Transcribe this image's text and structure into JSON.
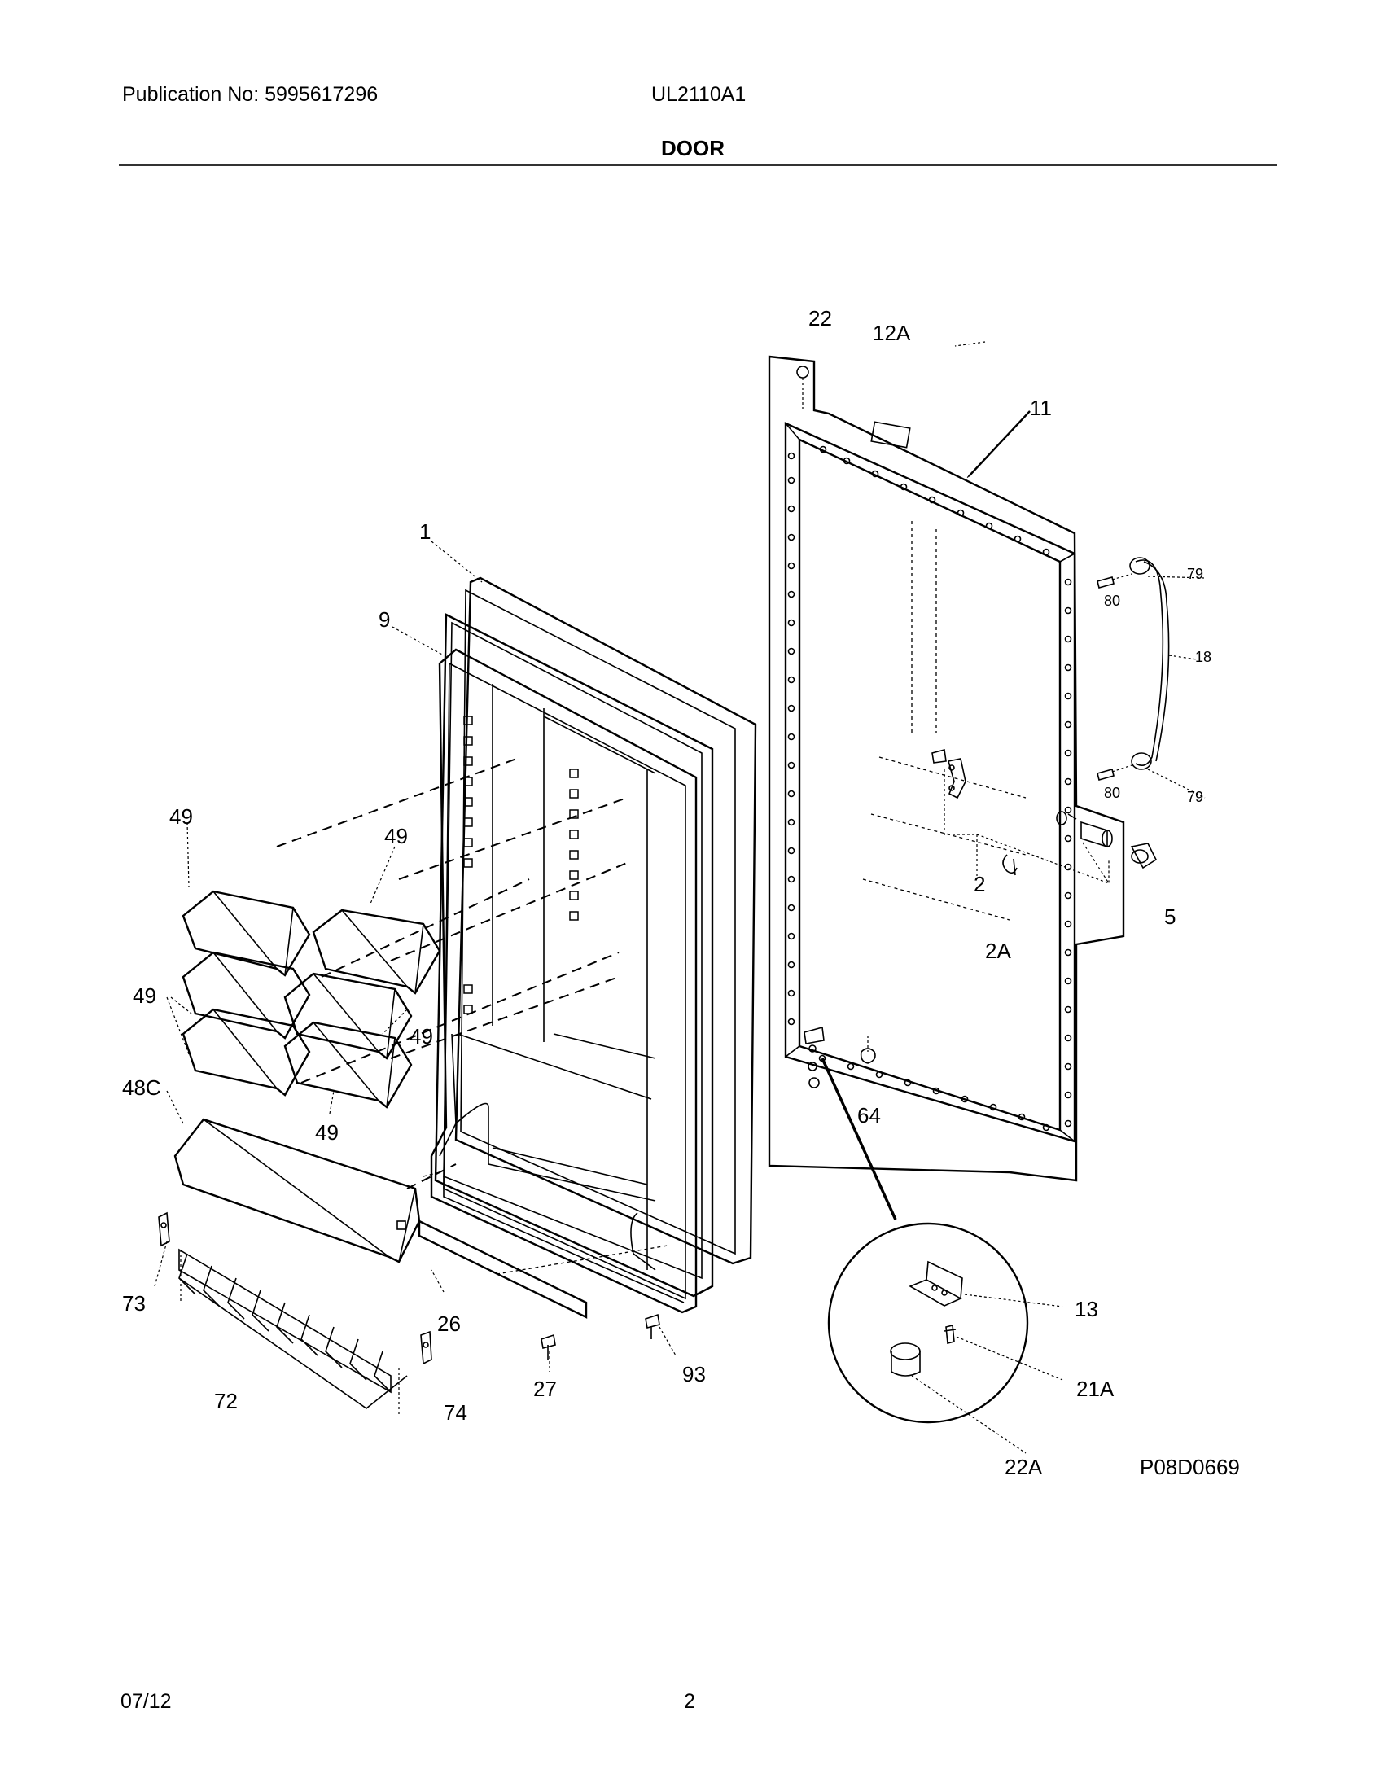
{
  "header": {
    "publication": "Publication No: 5995617296",
    "model": "UL2110A1",
    "section_title": "DOOR"
  },
  "diagram": {
    "drawing_number": "P08D0669",
    "callouts": {
      "c22": "22",
      "c12A": "12A",
      "c11": "11",
      "c1": "1",
      "c9": "9",
      "c79a": "79",
      "c80a": "80",
      "c18": "18",
      "c80b": "80",
      "c79b": "79",
      "c49a": "49",
      "c49b": "49",
      "c49c": "49",
      "c49d": "49",
      "c49e": "49",
      "c2": "2",
      "c5": "5",
      "c2A": "2A",
      "c48C": "48C",
      "c64": "64",
      "c73": "73",
      "c26": "26",
      "c93": "93",
      "c72": "72",
      "c74": "74",
      "c27": "27",
      "c13": "13",
      "c21A": "21A",
      "c22A": "22A"
    }
  },
  "footer": {
    "date": "07/12",
    "page": "2"
  }
}
